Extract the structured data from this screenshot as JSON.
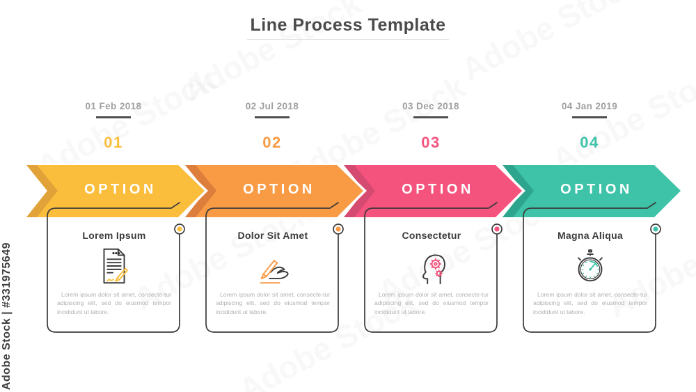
{
  "title": "Line Process Template",
  "watermarks": {
    "vertical_id": "Adobe Stock | #331975649",
    "ghost": "Adobe Stock"
  },
  "steps": [
    {
      "number": "01",
      "date": "01 Feb 2018",
      "option_label": "OPTION",
      "card_title": "Lorem Ipsum",
      "icon": "document-signature-icon",
      "body": "Lorem ipsum dolor sit amet, consecte-tur adipiscing elit, sed do eiusmod tempor incididunt ut labore.",
      "accent": "#fbbe3c",
      "shade": "#e2a23a"
    },
    {
      "number": "02",
      "date": "02 Jul 2018",
      "option_label": "OPTION",
      "card_title": "Dolor Sit Amet",
      "icon": "hand-writing-icon",
      "body": "Lorem ipsum dolor sit amet, consecte-tur adipiscing elit, sed do eiusmod tempor incididunt ut labore.",
      "accent": "#f89b44",
      "shade": "#dd7e3d"
    },
    {
      "number": "03",
      "date": "03 Dec 2018",
      "option_label": "OPTION",
      "card_title": "Consectetur",
      "icon": "head-gears-icon",
      "body": "Lorem ipsum dolor sit amet, consecte-tur adipiscing elit, sed do eiusmod tempor incididunt ut labore.",
      "accent": "#f4537d",
      "shade": "#d44a70"
    },
    {
      "number": "04",
      "date": "04 Jan 2019",
      "option_label": "OPTION",
      "card_title": "Magna Aliqua",
      "icon": "stopwatch-icon",
      "body": "Lorem ipsum dolor sit amet, consecte-tur adipiscing elit, sed do eiusmod tempor incididunt ut labore.",
      "accent": "#3ec3a8",
      "shade": "#2da58e"
    }
  ]
}
